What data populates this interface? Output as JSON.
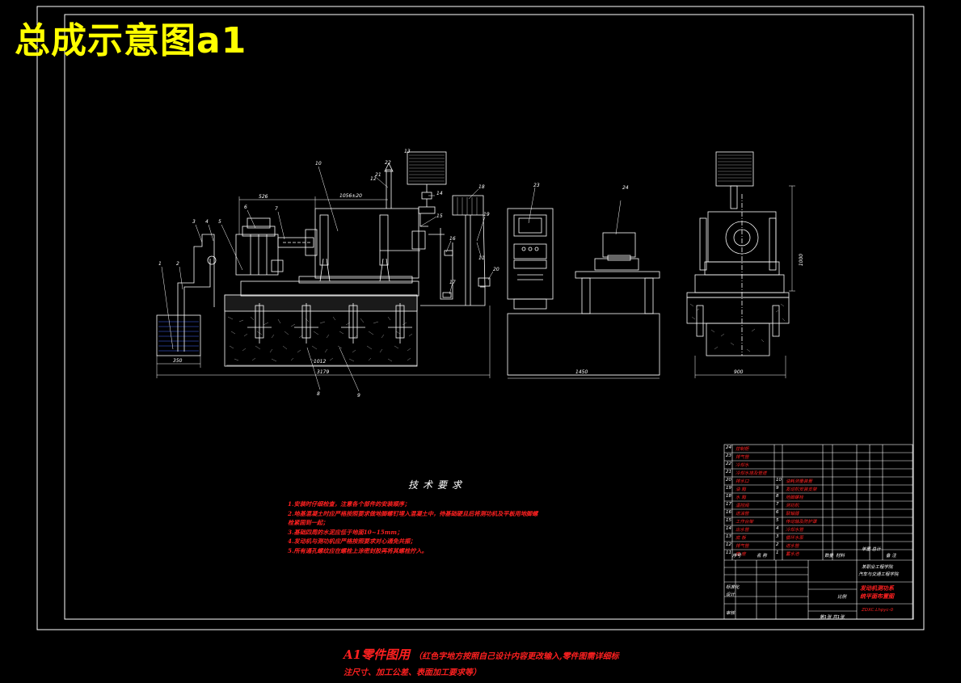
{
  "title": "总成示意图a1",
  "tech": {
    "title": "技术要求",
    "notes": [
      "1.安装时仔细检查，注意各个部件的安装顺序；",
      "2.地基混凝土时应严格按照要求做地脚螺钉埋入混凝土中，待基础硬且后将测功机及平板用地脚螺",
      "栓紧固到一起；",
      "3.基础四周的水泥应低于地面10~15mm；",
      "4.发动机与测功机应严格按照要求对心通免共振；",
      "5.所有通孔螺纹应在螺栓上涂密封胶再将其螺栓拧入。"
    ]
  },
  "footer": {
    "a1": "A1零件图用",
    "note1": "（红色字地方按照自己设计内容更改输入,零件图需详细标",
    "note2": "注尺寸、加工公差、表面加工要求等）"
  },
  "dimensions": {
    "d1": "526",
    "d2": "1056±20",
    "d3": "350",
    "d4": "1012",
    "d5": "3179",
    "d6": "1450",
    "d7": "900",
    "d8": "1000"
  },
  "callouts": [
    "1",
    "2",
    "3",
    "4",
    "5",
    "6",
    "7",
    "8",
    "9",
    "10",
    "11",
    "12",
    "13",
    "14",
    "15",
    "16",
    "17",
    "18",
    "19",
    "20",
    "21",
    "22",
    "23",
    "24"
  ],
  "parts_list": {
    "rows": [
      {
        "no": "24",
        "name": "控制柜",
        "no2": "",
        "name2": ""
      },
      {
        "no": "23",
        "name": "排气管",
        "no2": "",
        "name2": ""
      },
      {
        "no": "22",
        "name": "冷却水",
        "no2": "",
        "name2": ""
      },
      {
        "no": "21",
        "name": "冷却水塔及管道",
        "no2": "",
        "name2": ""
      },
      {
        "no": "20",
        "name": "排水口",
        "no2": "10",
        "name2": "油耗测量装置"
      },
      {
        "no": "19",
        "name": "油 箱",
        "no2": "9",
        "name2": "发动机安装支架"
      },
      {
        "no": "18",
        "name": "水 箱",
        "no2": "8",
        "name2": "地脚螺栓"
      },
      {
        "no": "17",
        "name": "温控阀",
        "no2": "7",
        "name2": "测功机"
      },
      {
        "no": "16",
        "name": "进油管",
        "no2": "6",
        "name2": "联轴器"
      },
      {
        "no": "15",
        "name": "工作台架",
        "no2": "5",
        "name2": "传动轴及防护罩"
      },
      {
        "no": "14",
        "name": "出水管",
        "no2": "4",
        "name2": "冷却水管"
      },
      {
        "no": "13",
        "name": "底 板",
        "no2": "3",
        "name2": "循环水泵"
      },
      {
        "no": "12",
        "name": "排气管",
        "no2": "2",
        "name2": "进水管"
      },
      {
        "no": "11",
        "name": "底 座",
        "no2": "1",
        "name2": "蓄水池"
      }
    ],
    "header": {
      "no": "序号",
      "name": "名 称",
      "qty": "数量",
      "material": "材料",
      "weight": "单重 总计",
      "remark": "备 注"
    },
    "school": "某职业工程学院",
    "dept": "汽车与交通工程学院",
    "drawing_name_1": "发动机测功系",
    "drawing_name_2": "统平面布置图",
    "scale_label": "比例",
    "sheet": "第1张  共1张",
    "designer_label": "设计",
    "checker_label": "审核",
    "standard_label": "标准化",
    "code": "ZDXC.Lhpyc-0"
  }
}
